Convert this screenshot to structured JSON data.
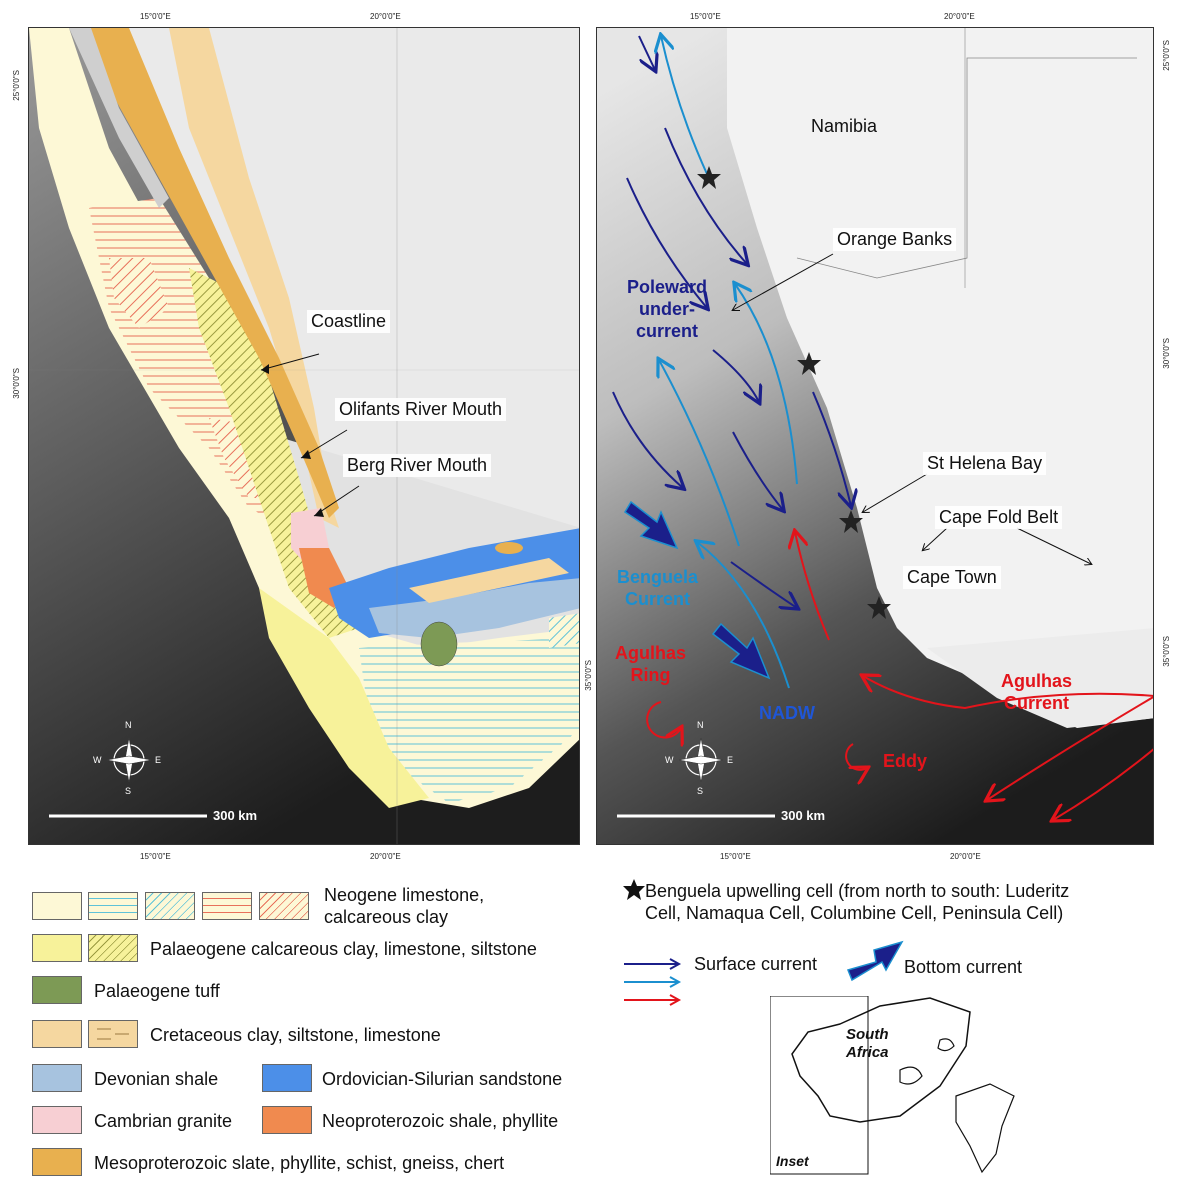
{
  "axes": {
    "top_left": [
      "15°0'0\"E",
      "20°0'0\"E"
    ],
    "top_right": [
      "15°0'0\"E",
      "20°0'0\"E"
    ],
    "bottom_left": [
      "15°0'0\"E",
      "20°0'0\"E"
    ],
    "bottom_right": [
      "15°0'0\"E",
      "20°0'0\"E"
    ],
    "lat_left": [
      "25°0'0\"S",
      "30°0'0\"S",
      "35°0'0\"S"
    ],
    "lat_right": [
      "25°0'0\"S",
      "30°0'0\"S",
      "35°0'0\"S"
    ]
  },
  "left_map": {
    "labels": {
      "coastline": "Coastline",
      "olifants": "Olifants River Mouth",
      "berg": "Berg River Mouth"
    },
    "scale": "300 km",
    "compass": {
      "n": "N",
      "s": "S",
      "e": "E",
      "w": "W"
    }
  },
  "right_map": {
    "labels": {
      "namibia": "Namibia",
      "orange_banks": "Orange Banks",
      "st_helena": "St Helena Bay",
      "cape_fold": "Cape Fold Belt",
      "cape_town": "Cape Town"
    },
    "currents": {
      "poleward": [
        "Poleward",
        "under-",
        "current"
      ],
      "benguela": [
        "Benguela",
        "Current"
      ],
      "agulhas_ring": [
        "Agulhas",
        "Ring"
      ],
      "nadw": "NADW",
      "agulhas_current": [
        "Agulhas",
        "Current"
      ],
      "eddy": "Eddy"
    },
    "scale": "300 km",
    "compass": {
      "n": "N",
      "s": "S",
      "e": "E",
      "w": "W"
    }
  },
  "legend_geology": [
    {
      "text": [
        "Neogene limestone,",
        "calcareous clay"
      ]
    },
    {
      "text": [
        "Palaeogene calcareous clay, limestone, siltstone"
      ]
    },
    {
      "text": [
        "Palaeogene tuff"
      ]
    },
    {
      "text": [
        "Cretaceous clay, siltstone, limestone"
      ]
    },
    {
      "text": [
        "Devonian shale"
      ]
    },
    {
      "text": [
        "Ordovician-Silurian sandstone"
      ]
    },
    {
      "text": [
        "Cambrian granite"
      ]
    },
    {
      "text": [
        "Neoproterozoic shale, phyllite"
      ]
    },
    {
      "text": [
        "Mesoproterozoic slate, phyllite, schist, gneiss, chert"
      ]
    }
  ],
  "legend_symbols": {
    "star": [
      "Benguela upwelling cell (from north to south: Luderitz",
      "Cell, Namaqua Cell, Columbine Cell, Peninsula Cell)"
    ],
    "surface": "Surface current",
    "bottom": "Bottom current"
  },
  "inset": {
    "country": [
      "South",
      "Africa"
    ],
    "label": "Inset"
  },
  "colors": {
    "neogene": "#fdf8d6",
    "palaeogene": "#f7f29a",
    "tuff": "#7d9a55",
    "cretaceous": "#f5d7a0",
    "devonian": "#a7c3df",
    "ordovician": "#4c8fe8",
    "cambrian": "#f7cfd3",
    "neoproterozoic": "#f08a4f",
    "mesoproterozoic": "#e8b04f",
    "surface_dark": "#1b1f8a",
    "surface_light": "#1b8fcf",
    "surface_red": "#e3141b"
  }
}
